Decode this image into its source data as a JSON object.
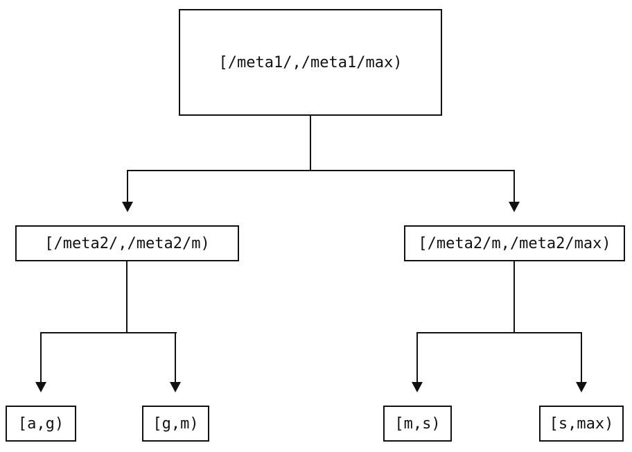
{
  "tree": {
    "root": {
      "label": "[/meta1/,/meta1/max)"
    },
    "children": [
      {
        "label": "[/meta2/,/meta2/m)",
        "children": [
          {
            "label": "[a,g)"
          },
          {
            "label": "[g,m)"
          }
        ]
      },
      {
        "label": "[/meta2/m,/meta2/max)",
        "children": [
          {
            "label": "[m,s)"
          },
          {
            "label": "[s,max)"
          }
        ]
      }
    ]
  },
  "colors": {
    "line": "#111111",
    "text": "#111111",
    "background": "#ffffff"
  }
}
